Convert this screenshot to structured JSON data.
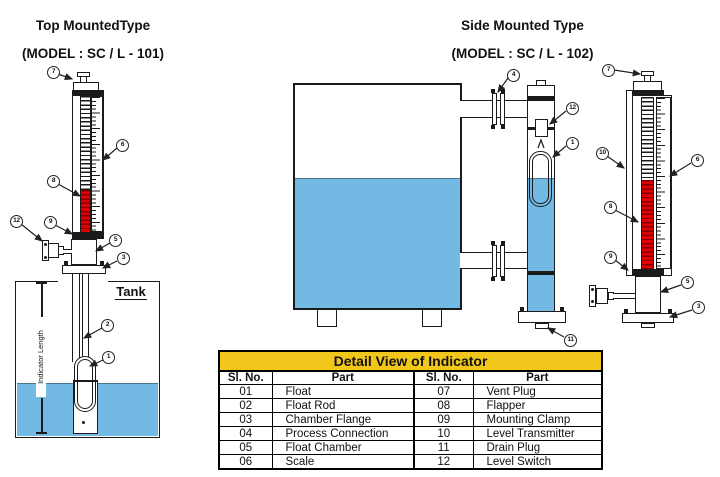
{
  "titles": {
    "left": {
      "line1": "Top MountedType",
      "line2": "(MODEL : SC / L - 101)"
    },
    "right": {
      "line1": "Side Mounted Type",
      "line2": "(MODEL : SC / L - 102)"
    }
  },
  "left_diagram": {
    "tank_label": "Tank",
    "dimension_label": "Indicator Length",
    "callouts": {
      "vent_plug": "7",
      "scale": "6",
      "flapper": "8",
      "mounting_clamp": "9",
      "level_switch": "12",
      "float_chamber": "5",
      "chamber_flange": "3",
      "float_rod": "2",
      "float": "1"
    }
  },
  "side_diagram": {
    "callouts": {
      "process_connection": "4",
      "level_switch": "12",
      "float": "1",
      "drain_plug": "11",
      "vent_plug": "7",
      "level_transmitter": "10",
      "scale": "6",
      "flapper": "8",
      "mounting_clamp": "9",
      "float_chamber": "5",
      "chamber_flange": "3"
    }
  },
  "table": {
    "title": "Detail View of Indicator",
    "headers": [
      "Sl. No.",
      "Part",
      "Sl. No.",
      "Part"
    ],
    "rows": [
      [
        "01",
        "Float",
        "07",
        "Vent Plug"
      ],
      [
        "02",
        "Float Rod",
        "08",
        "Flapper"
      ],
      [
        "03",
        "Chamber Flange",
        "09",
        "Mounting Clamp"
      ],
      [
        "04",
        "Process Connection",
        "10",
        "Level Transmitter"
      ],
      [
        "05",
        "Float Chamber",
        "11",
        "Drain Plug"
      ],
      [
        "06",
        "Scale",
        "12",
        "Level Switch"
      ]
    ]
  },
  "colors": {
    "liquid": "#72B9E3",
    "flapper_red": "#E30000",
    "table_header_bg": "#F2C71B"
  }
}
